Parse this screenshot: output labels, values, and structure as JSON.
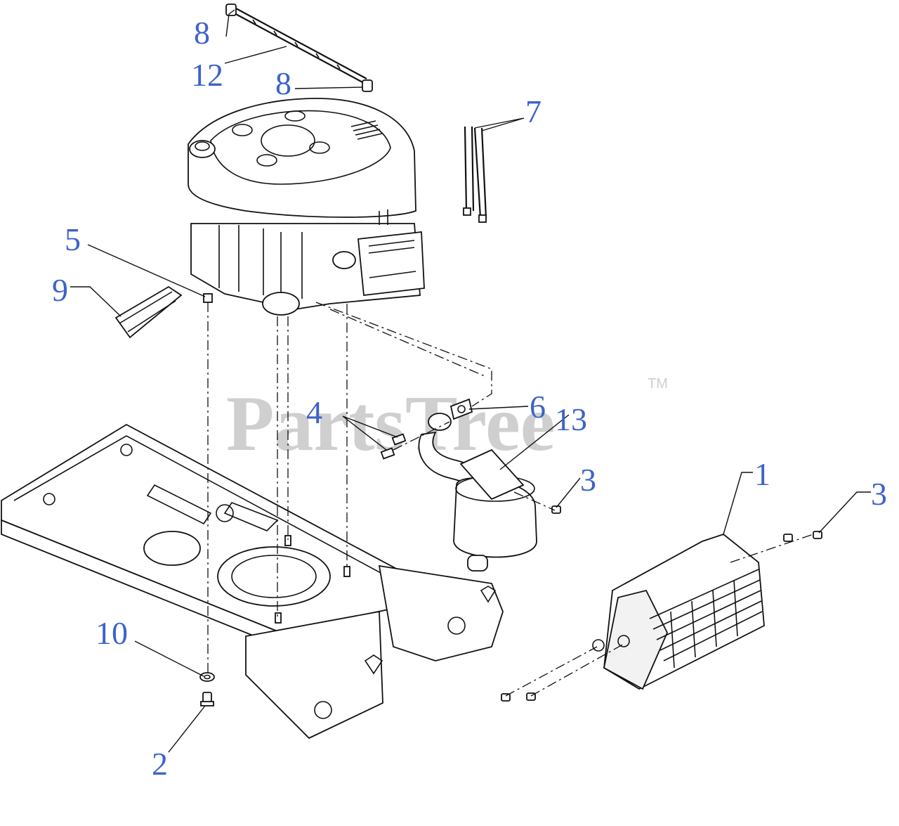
{
  "watermark": {
    "text": "PartsTree",
    "trademark": "TM"
  },
  "callouts": {
    "c1": "1",
    "c2": "2",
    "c3a": "3",
    "c3b": "3",
    "c4": "4",
    "c5": "5",
    "c6": "6",
    "c7": "7",
    "c8a": "8",
    "c8b": "8",
    "c9": "9",
    "c10": "10",
    "c12": "12",
    "c13": "13"
  },
  "colors": {
    "callout": "#3d63c9",
    "watermark": "#cfcfcf",
    "line": "#111111"
  }
}
